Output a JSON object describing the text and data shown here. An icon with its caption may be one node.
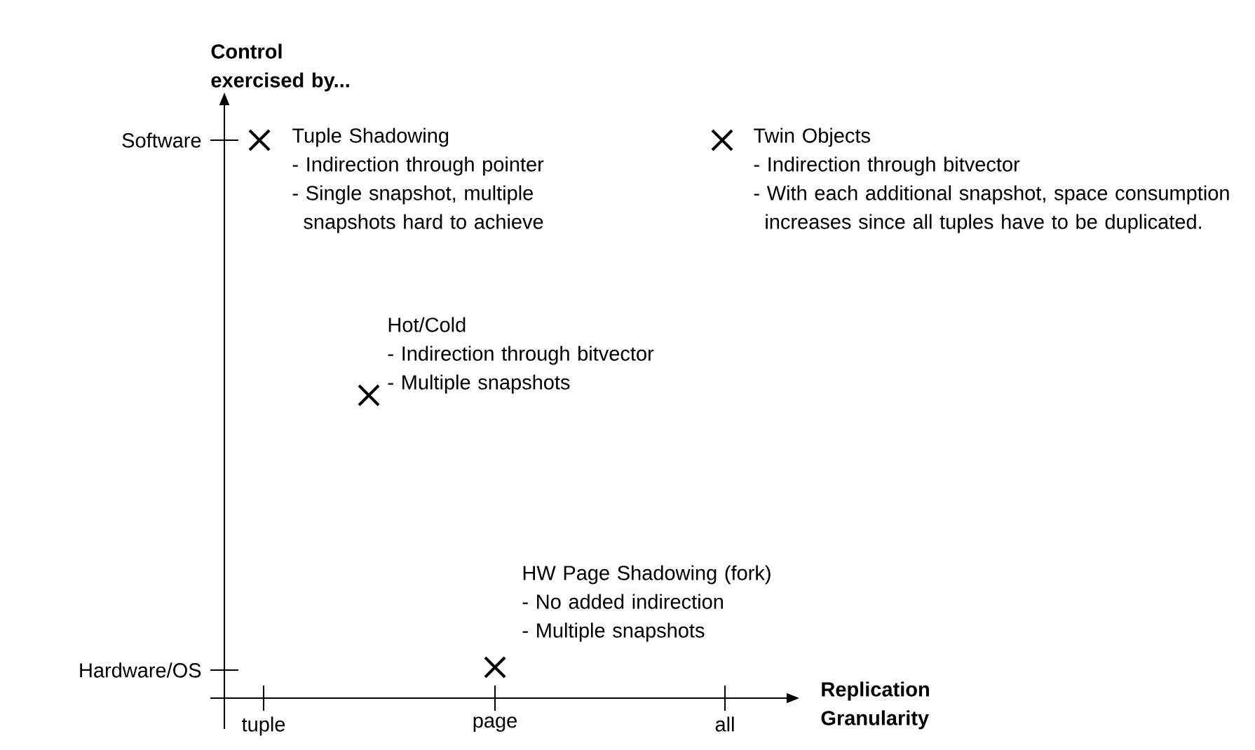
{
  "diagram": {
    "nodes": [
      {
        "text": [
          "Tuple Shadowing",
          "- Indirection through pointer",
          "- Single snapshot, multiple snapshots hard to achieve"
        ]
      },
      {
        "text": [
          "Twin Objects",
          "- Indirection through bitvector",
          "- With each additional snapshot, space consumption increases since all tuples have to be duplicated."
        ]
      },
      {
        "text": [
          "Hot/Cold",
          "- Indirection through bitvector",
          "- Multiple snapshots"
        ]
      },
      {
        "text": [
          "HW Page Shadowing (fork)",
          "- No added indirection",
          "- Multiple snapshots"
        ]
      }
    ],
    "labels": [
      "Control exercised by...",
      "Software",
      "Hardware/OS",
      "tuple",
      "page",
      "all",
      "Replication Granularity"
    ]
  }
}
